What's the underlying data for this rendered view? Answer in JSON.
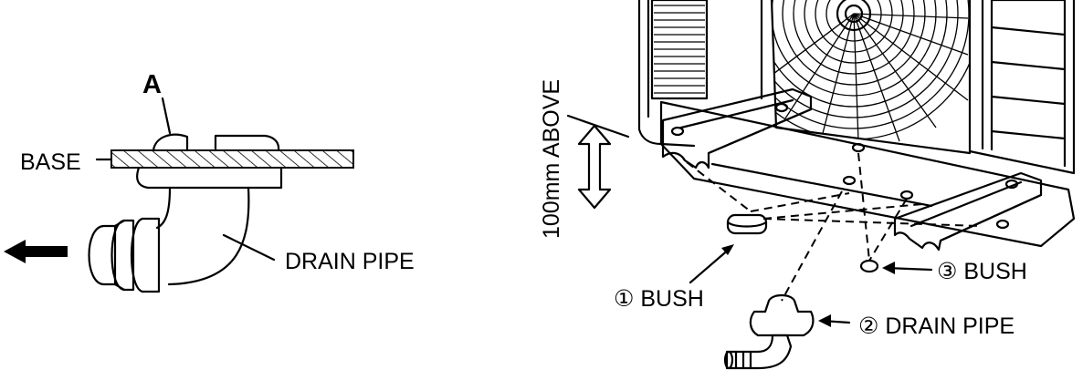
{
  "left_view": {
    "label_a": "A",
    "label_base": "BASE",
    "label_drain_pipe": "DRAIN PIPE"
  },
  "right_view": {
    "label_height": "100mm ABOVE",
    "label_bush_1": "① BUSH",
    "label_drain_pipe_2": "② DRAIN PIPE",
    "label_bush_3": "③ BUSH"
  },
  "icons": [
    "arrow-left-icon",
    "double-arrow-vertical-icon",
    "arrow-pointer-icon"
  ],
  "colors": {
    "line": "#000000",
    "background": "#ffffff"
  }
}
